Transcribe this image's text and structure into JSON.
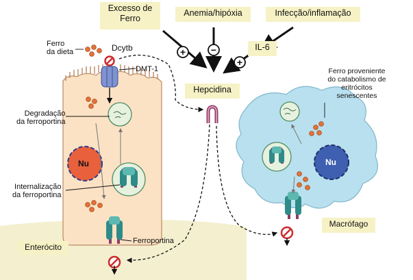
{
  "factors": {
    "iron_excess": "Excesso de\nFerro",
    "anemia": "Anemia/hipóxia",
    "infection": "Infecção/inflamação",
    "il6": "IL-6"
  },
  "signs": {
    "iron_excess_effect": "+",
    "anemia_effect": "−",
    "il6_effect": "+"
  },
  "hepcidin_label": "Hepcidina",
  "enterocyte": {
    "cell_label": "Enterócito",
    "dietary_iron": "Ferro\nda dieta",
    "dcytb": "Dcytb",
    "dmt1": "DMT-1",
    "degradation": "Degradação\nda ferroportina",
    "internalization": "Internalização\nda ferroportina",
    "nucleus": "Nu",
    "ferroportin": "Ferroportina"
  },
  "macrophage": {
    "cell_label": "Macrófago",
    "senescent_iron": "Ferro proveniente\ndo catabolismo de\neritrócitos\nsenescentes",
    "nucleus": "Nu"
  },
  "colors": {
    "enterocyte_fill": "#fbe2c4",
    "macrophage_fill": "#b9e0ef",
    "nucleus_fill": "#e8603c",
    "macrophage_nucleus_fill": "#3f5fb0",
    "label_box": "#f6f2c6",
    "iron_dot": "#e3733a",
    "vesicle_fill": "#e6f1de",
    "inhibit_red": "#cc2b2b"
  },
  "icons": [
    "hepcidin-icon",
    "dmt1-transporter-icon",
    "ferroportin-icon",
    "inhibit-icon",
    "iron-particle-icon"
  ]
}
